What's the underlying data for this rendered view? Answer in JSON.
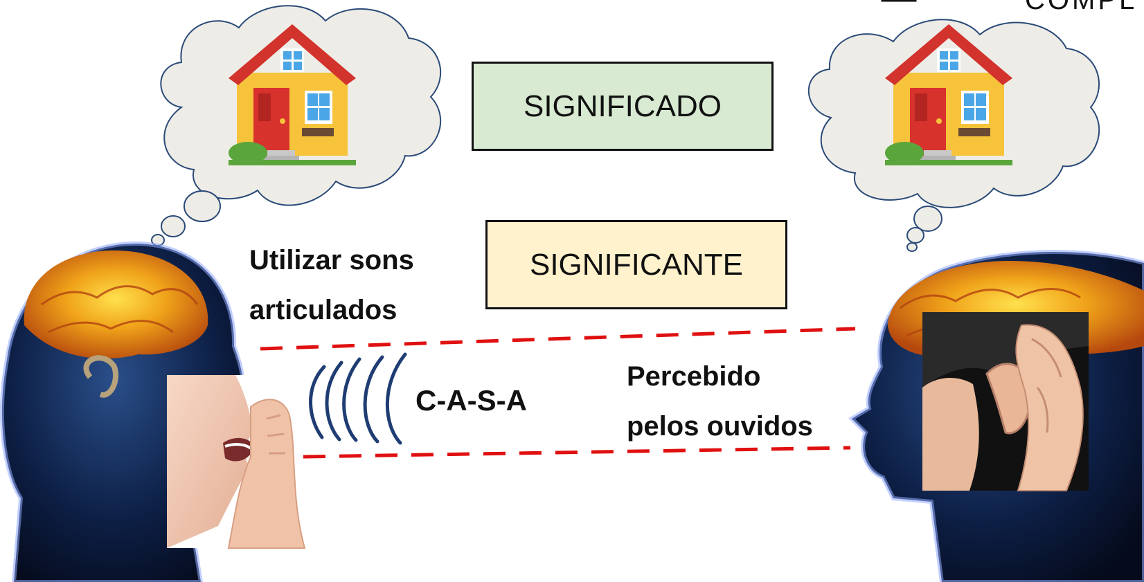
{
  "boxes": {
    "significado": {
      "label": "SIGNIFICADO",
      "fill": "#d9ead3"
    },
    "significante": {
      "label": "SIGNIFICANTE",
      "fill": "#fff2cc"
    }
  },
  "labels": {
    "utilizar_line1": "Utilizar sons",
    "utilizar_line2": "articulados",
    "casa": "C-A-S-A",
    "percebido_line1": "Percebido",
    "percebido_line2": "pelos ouvidos"
  },
  "corner_text": "COMPL",
  "colors": {
    "dash_line": "#e01010",
    "sound_waves": "#1f3d73",
    "cloud_fill": "#eeece6",
    "cloud_stroke": "#2a4a78"
  },
  "icons": [
    "house-icon",
    "head-silhouette-icon",
    "mouth-icon",
    "ear-icon"
  ]
}
